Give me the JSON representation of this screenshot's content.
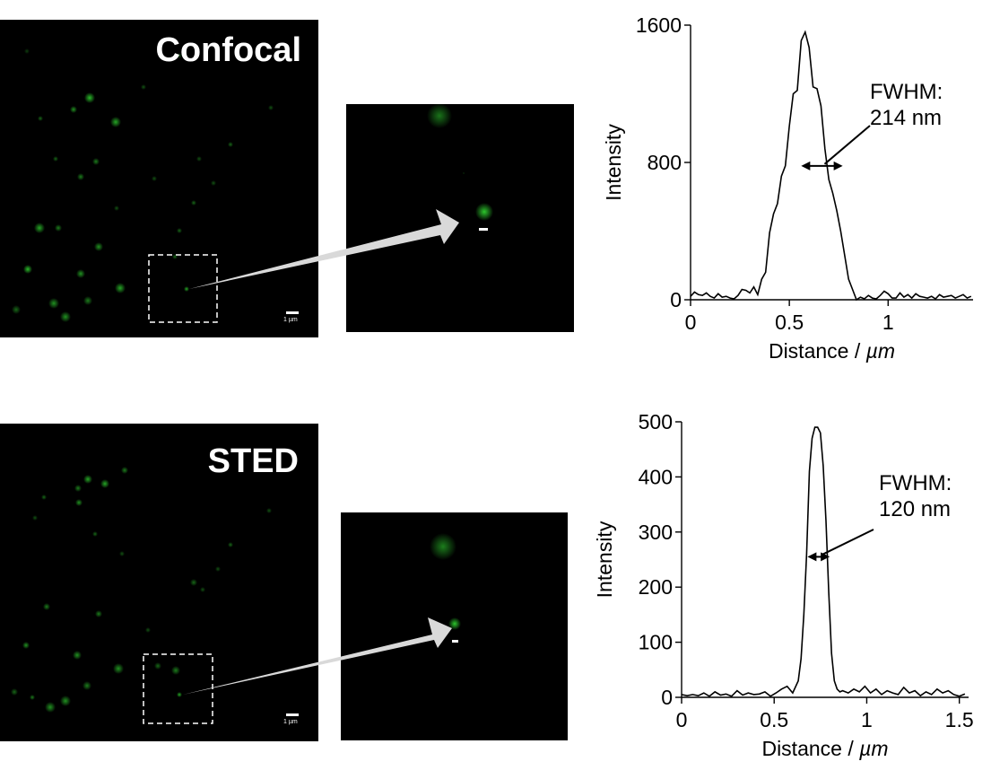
{
  "rows": [
    {
      "label": "Confocal",
      "scale_bar_label": "1 µm",
      "spot_color": "#2fd12f"
    },
    {
      "label": "STED",
      "scale_bar_label": "1 µm",
      "spot_color": "#2fd12f"
    }
  ],
  "chart_data": [
    {
      "type": "line",
      "title": "",
      "xlabel_prefix": "Distance / ",
      "xlabel_unit": "µm",
      "ylabel": "Intensity",
      "xlim": [
        0,
        1.43
      ],
      "ylim": [
        0,
        1600
      ],
      "xticks": [
        0,
        0.5,
        1
      ],
      "xtick_labels": [
        "0",
        "0.5",
        "1"
      ],
      "yticks": [
        0,
        800,
        1600
      ],
      "ytick_labels": [
        "0",
        "800",
        "1600"
      ],
      "annotation": [
        "FWHM:",
        "214 nm"
      ],
      "fwhm_range": [
        0.56,
        0.77
      ],
      "fwhm_level": 780,
      "series": [
        {
          "x": [
            0,
            0.02,
            0.04,
            0.06,
            0.08,
            0.1,
            0.12,
            0.14,
            0.16,
            0.18,
            0.2,
            0.22,
            0.24,
            0.26,
            0.28,
            0.3,
            0.32,
            0.34,
            0.36,
            0.38,
            0.4,
            0.42,
            0.44,
            0.46,
            0.48,
            0.5,
            0.52,
            0.54,
            0.56,
            0.58,
            0.6,
            0.62,
            0.64,
            0.66,
            0.68,
            0.7,
            0.72,
            0.74,
            0.76,
            0.78,
            0.8,
            0.82,
            0.84,
            0.86,
            0.88,
            0.9,
            0.92,
            0.94,
            0.96,
            0.98,
            1.0,
            1.02,
            1.04,
            1.06,
            1.08,
            1.1,
            1.12,
            1.14,
            1.16,
            1.18,
            1.2,
            1.22,
            1.24,
            1.26,
            1.28,
            1.3,
            1.32,
            1.34,
            1.36,
            1.38,
            1.4,
            1.42
          ],
          "y": [
            20,
            45,
            30,
            25,
            40,
            20,
            10,
            35,
            15,
            20,
            10,
            5,
            25,
            60,
            55,
            40,
            75,
            30,
            120,
            160,
            390,
            500,
            560,
            720,
            780,
            1010,
            1200,
            1220,
            1510,
            1560,
            1470,
            1240,
            1230,
            1130,
            880,
            700,
            620,
            520,
            400,
            260,
            120,
            60,
            0,
            15,
            5,
            25,
            10,
            5,
            25,
            50,
            35,
            10,
            10,
            40,
            15,
            30,
            10,
            35,
            20,
            15,
            10,
            20,
            5,
            30,
            15,
            20,
            25,
            10,
            20,
            30,
            10,
            20
          ]
        }
      ]
    },
    {
      "type": "line",
      "title": "",
      "xlabel_prefix": "Distance / ",
      "xlabel_unit": "µm",
      "ylabel": "Intensity",
      "xlim": [
        0,
        1.55
      ],
      "ylim": [
        0,
        500
      ],
      "xticks": [
        0,
        0.5,
        1,
        1.5
      ],
      "xtick_labels": [
        "0",
        "0.5",
        "1",
        "1.5"
      ],
      "yticks": [
        0,
        100,
        200,
        300,
        400,
        500
      ],
      "ytick_labels": [
        "0",
        "100",
        "200",
        "300",
        "400",
        "500"
      ],
      "annotation": [
        "FWHM:",
        "120 nm"
      ],
      "fwhm_range": [
        0.68,
        0.8
      ],
      "fwhm_level": 255,
      "series": [
        {
          "x": [
            0,
            0.03,
            0.06,
            0.09,
            0.12,
            0.15,
            0.18,
            0.21,
            0.24,
            0.27,
            0.3,
            0.33,
            0.36,
            0.39,
            0.42,
            0.45,
            0.48,
            0.51,
            0.54,
            0.57,
            0.6,
            0.63,
            0.645,
            0.66,
            0.675,
            0.69,
            0.705,
            0.72,
            0.735,
            0.75,
            0.765,
            0.78,
            0.795,
            0.81,
            0.825,
            0.84,
            0.855,
            0.87,
            0.9,
            0.93,
            0.96,
            0.99,
            1.02,
            1.05,
            1.08,
            1.11,
            1.14,
            1.17,
            1.2,
            1.23,
            1.26,
            1.29,
            1.32,
            1.35,
            1.38,
            1.41,
            1.44,
            1.47,
            1.5,
            1.53
          ],
          "y": [
            5,
            3,
            5,
            3,
            8,
            2,
            10,
            4,
            6,
            2,
            12,
            4,
            8,
            5,
            6,
            10,
            2,
            8,
            15,
            20,
            8,
            30,
            70,
            150,
            260,
            410,
            470,
            490,
            490,
            480,
            420,
            320,
            190,
            80,
            30,
            15,
            10,
            12,
            8,
            15,
            10,
            20,
            8,
            15,
            5,
            12,
            8,
            5,
            18,
            8,
            12,
            3,
            10,
            5,
            15,
            8,
            12,
            5,
            2,
            6
          ]
        }
      ]
    }
  ]
}
